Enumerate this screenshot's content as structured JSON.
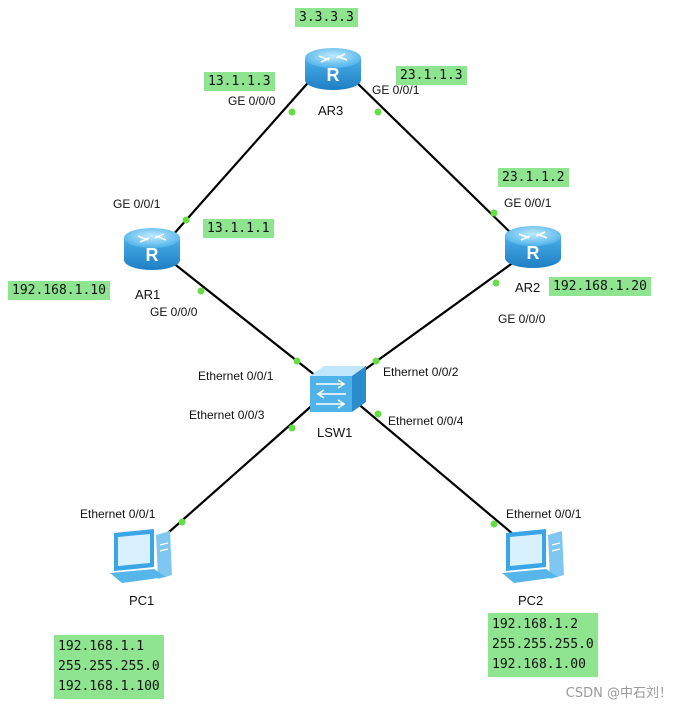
{
  "devices": {
    "ar1": {
      "name": "AR1",
      "icon": "router-icon"
    },
    "ar2": {
      "name": "AR2",
      "icon": "router-icon"
    },
    "ar3": {
      "name": "AR3",
      "icon": "router-icon"
    },
    "lsw1": {
      "name": "LSW1",
      "icon": "switch-icon"
    },
    "pc1": {
      "name": "PC1",
      "icon": "pc-icon"
    },
    "pc2": {
      "name": "PC2",
      "icon": "pc-icon"
    }
  },
  "ports": {
    "ar3_ge000": "GE 0/0/0",
    "ar3_ge001": "GE 0/0/1",
    "ar1_ge001": "GE 0/0/1",
    "ar1_ge000": "GE 0/0/0",
    "ar2_ge001": "GE 0/0/1",
    "ar2_ge000": "GE 0/0/0",
    "lsw_eth1": "Ethernet 0/0/1",
    "lsw_eth2": "Ethernet 0/0/2",
    "lsw_eth3": "Ethernet 0/0/3",
    "lsw_eth4": "Ethernet 0/0/4",
    "pc1_eth": "Ethernet 0/0/1",
    "pc2_eth": "Ethernet 0/0/1"
  },
  "addresses": {
    "ar3_loopback": "3.3.3.3",
    "ar3_ge000": "13.1.1.3",
    "ar3_ge001": "23.1.1.3",
    "ar1_ge001": "13.1.1.1",
    "ar1_ge000": "192.168.1.10",
    "ar2_ge001": "23.1.1.2",
    "ar2_ge000": "192.168.1.20",
    "pc1": {
      "ip": "192.168.1.1",
      "mask": "255.255.255.0",
      "gateway": "192.168.1.100"
    },
    "pc2": {
      "ip": "192.168.1.2",
      "mask": "255.255.255.0",
      "gateway": "192.168.1.00"
    }
  },
  "colors": {
    "label_bg": "#8fe48f",
    "port_dot": "#66dd44",
    "link": "#000000",
    "device": "#3aa6e8"
  },
  "watermark": "CSDN @中石刘！"
}
